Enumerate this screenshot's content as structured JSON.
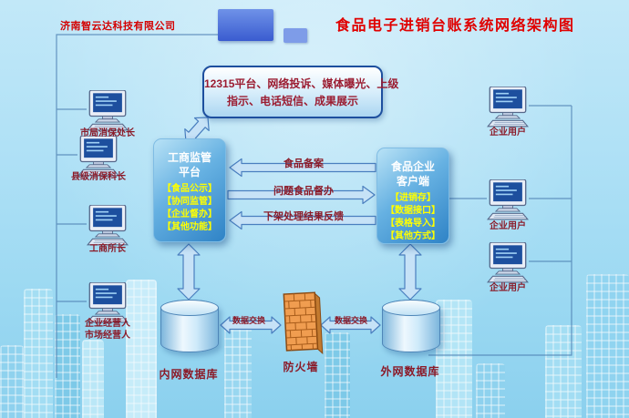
{
  "header": {
    "company": "济南智云达科技有限公司",
    "title": "食品电子进销台账系统网络架构图"
  },
  "top_box": {
    "line1": "12315平台、网络投诉、媒体曝光、上级",
    "line2": "指示、电话短信、成果展示"
  },
  "platform_box": {
    "title_line1": "工商监管",
    "title_line2": "平台",
    "items": [
      "【食品公示】",
      "【协同监管】",
      "【企业督办】",
      "【其他功能】"
    ]
  },
  "client_box": {
    "title_line1": "食品企业",
    "title_line2": "客户端",
    "items": [
      "【进销存】",
      "【数据接口】",
      "【表格导入】",
      "【其他方式】"
    ]
  },
  "flows": {
    "top": "食品备案",
    "middle": "问题食品督办",
    "bottom": "下架处理结果反馈"
  },
  "left_nodes": [
    {
      "label": "市局消保处长"
    },
    {
      "label": "县级消保科长"
    },
    {
      "label": "工商所长"
    },
    {
      "label": "企业经营人",
      "label2": "市场经营人"
    }
  ],
  "right_nodes": [
    {
      "label": "企业用户"
    },
    {
      "label": "企业用户"
    },
    {
      "label": "企业用户"
    }
  ],
  "databases": {
    "internal": "内网数据库",
    "external": "外网数据库"
  },
  "firewall": {
    "label": "防火墙"
  },
  "exchange": {
    "left": "数据交换",
    "right": "数据交换"
  },
  "icons": {
    "computer": "desktop-computer-icon",
    "database": "database-cylinder-icon",
    "firewall": "brick-wall-icon"
  },
  "colors": {
    "title_red": "#e00000",
    "label_maroon": "#8b1a28",
    "box_item_yellow": "#ffff00",
    "box_blue": "#2f83c6",
    "arrow_fill": "#c6e2f7",
    "arrow_stroke": "#4a7fbf",
    "firewall_orange": "#f09d50",
    "background_blue": "#a8ddf4"
  }
}
